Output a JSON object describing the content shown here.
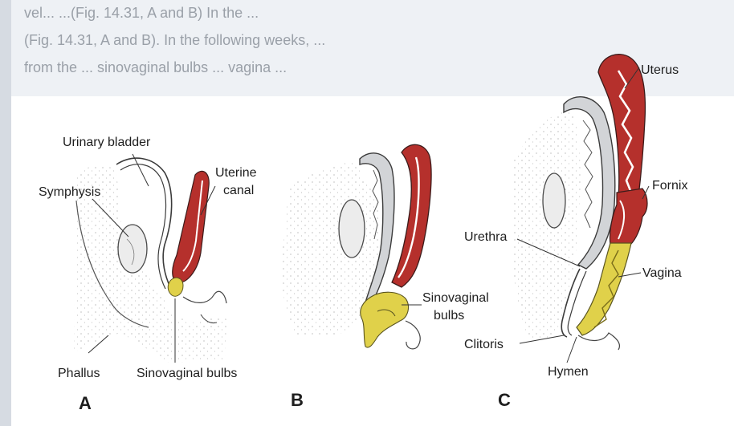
{
  "background_text": {
    "line1": "vel... ...(Fig. 14.31, A and B) In the ...",
    "line2": "(Fig. 14.31, A and B). In the following weeks, ...",
    "line3": "from the ... sinovaginal bulbs ... vagina ..."
  },
  "panels": {
    "a": {
      "letter": "A",
      "labels": {
        "urinary_bladder": "Urinary bladder",
        "symphysis": "Symphysis",
        "uterine": "Uterine",
        "canal": "canal",
        "phallus": "Phallus",
        "sinovaginal_bulbs": "Sinovaginal bulbs"
      }
    },
    "b": {
      "letter": "B",
      "labels": {
        "sinovaginal": "Sinovaginal",
        "bulbs": "bulbs"
      }
    },
    "c": {
      "letter": "C",
      "labels": {
        "uterus": "Uterus",
        "fornix": "Fornix",
        "urethra": "Urethra",
        "vagina": "Vagina",
        "clitoris": "Clitoris",
        "hymen": "Hymen"
      }
    }
  },
  "colors": {
    "uterine_red": "#b5302c",
    "sinovaginal_yellow": "#e0d14a",
    "bladder_gray": "#c9cccf",
    "outline": "#3b3b3b",
    "page_bg": "#ffffff",
    "header_band": "#e8ecf1"
  }
}
